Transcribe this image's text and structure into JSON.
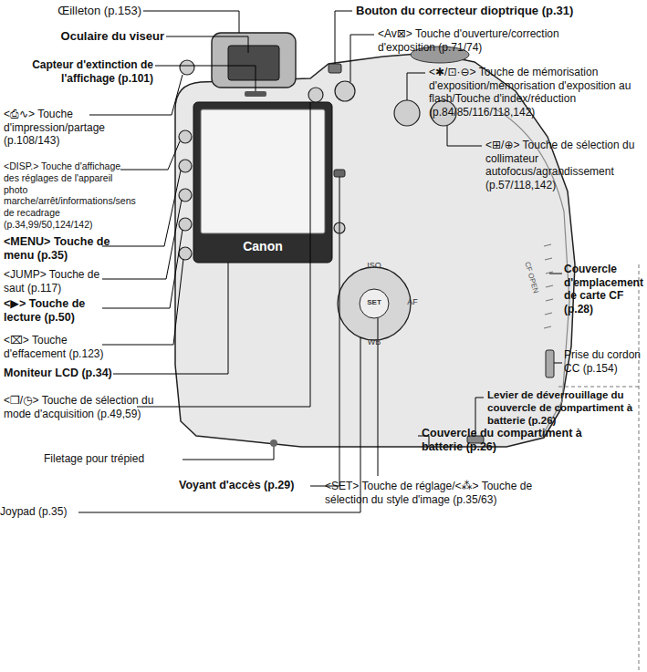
{
  "diagram": {
    "labels": [
      "Œilleton (p.153)",
      "Oculaire du viseur",
      "Capteur d'extinction de l'affichage (p.101)",
      "<⎙∿> Touche d'impression/partage (p.108/143)",
      "<DISP.> Touche d'affichage des réglages de l'appareil photo marche/arrêt/informations/sens de recadrage (p.34,99/50,124/142)",
      "<MENU> Touche de menu (p.35)",
      "<JUMP> Touche de saut (p.117)",
      "<▶> Touche de lecture (p.50)",
      "<⌧> Touche d'effacement (p.123)",
      "Moniteur LCD (p.34)",
      "<❐/◷> Touche de sélection du mode d'acquisition (p.49,59)",
      "Filetage pour trépied",
      "Voyant d'accès (p.29)",
      "Joypad (p.35)",
      "<SET> Touche de réglage/<⁂> Touche de sélection du style d'image (p.35/63)",
      "Bouton du correcteur dioptrique (p.31)",
      "<Av⊠> Touche d'ouverture/correction d'exposition (p.71/74)",
      "<✱/⊡·⊖> Touche de mémorisation d'exposition/mémorisation d'exposition au flash/Touche d'index/réduction (p.84/85/116/118,142)",
      "<⊞/⊕> Touche de sélection du collimateur autofocus/agrandissement (p.57/118,142)",
      "Couvercle d'emplacement de carte CF (p.28)",
      "Prise du cordon CC (p.154)",
      "Levier de déverrouillage du couvercle de compartiment à batterie (p.26)",
      "Couvercle du compartiment à batterie (p.26)",
      "Canon",
      "ISO",
      "AF",
      "WB",
      "SET",
      "CF OPEN"
    ]
  }
}
